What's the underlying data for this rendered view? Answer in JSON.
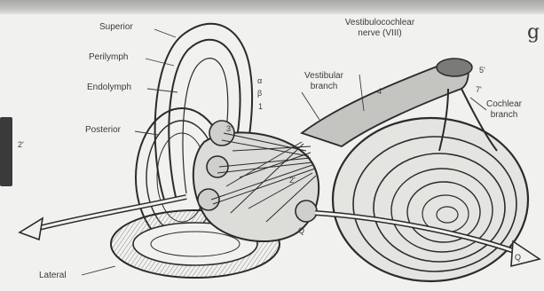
{
  "labels": {
    "superior": "Superior",
    "perilymph": "Perilymph",
    "endolymph": "Endolymph",
    "posterior": "Posterior",
    "lateral": "Lateral",
    "vestibulocochlear_nerve": "Vestibulocochlear\nnerve (VIII)",
    "vestibular_branch": "Vestibular\nbranch",
    "cochlear_branch": "Cochlear\nbranch"
  },
  "markers": {
    "greek_alpha": "α",
    "beta": "β",
    "marker_1": "1",
    "marker_2": "2'",
    "marker_3": "3'",
    "marker_4": "4'",
    "marker_5": "5'",
    "marker_6": "6'",
    "marker_7": "7'",
    "marker_q": "Q",
    "marker_2_left": "2'"
  },
  "colors": {
    "ink": "#2b2b2b",
    "paper": "#f1f1ef",
    "shade": "#b9b9b6"
  }
}
